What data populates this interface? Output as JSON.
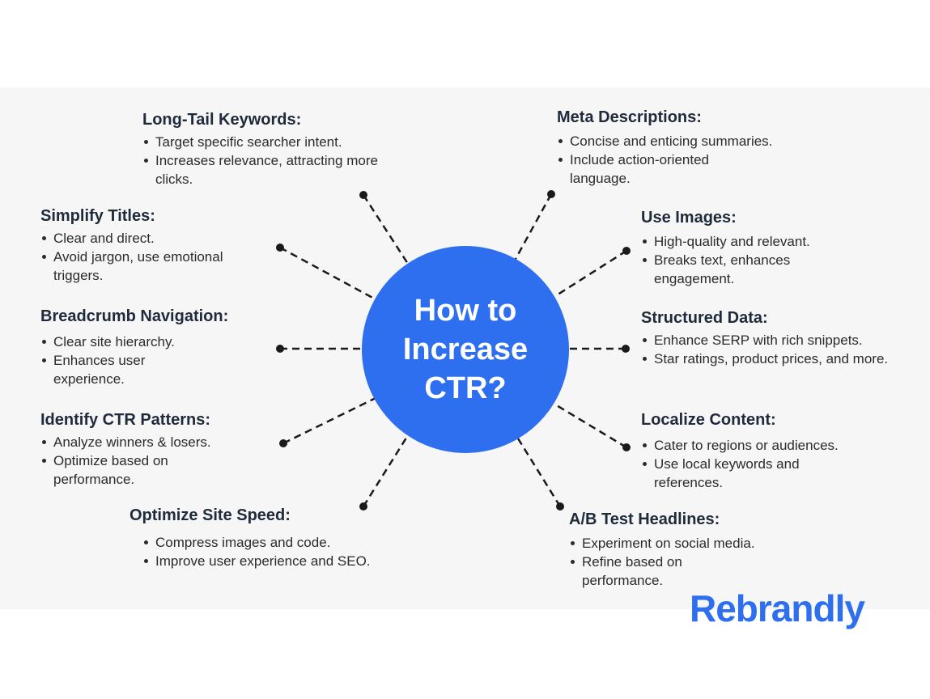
{
  "hub": {
    "lines": [
      "How to",
      "Increase",
      "CTR?"
    ]
  },
  "tips": [
    {
      "title": "Long-Tail Keywords:",
      "bullets": [
        "Target specific searcher intent.",
        "Increases relevance, attracting more clicks."
      ]
    },
    {
      "title": "Simplify Titles:",
      "bullets": [
        "Clear and direct.",
        "Avoid jargon, use emotional triggers."
      ]
    },
    {
      "title": "Breadcrumb Navigation:",
      "bullets": [
        "Clear site hierarchy.",
        "Enhances user experience."
      ]
    },
    {
      "title": "Identify CTR Patterns:",
      "bullets": [
        "Analyze winners & losers.",
        "Optimize based on performance."
      ]
    },
    {
      "title": "Optimize Site Speed:",
      "bullets": [
        "Compress images and code.",
        "Improve user experience and SEO."
      ]
    },
    {
      "title": "Meta Descriptions:",
      "bullets": [
        "Concise and enticing summaries.",
        "Include action-oriented language."
      ]
    },
    {
      "title": "Use Images:",
      "bullets": [
        "High-quality and relevant.",
        "Breaks text, enhances engagement."
      ]
    },
    {
      "title": "Structured Data:",
      "bullets": [
        "Enhance SERP with rich snippets.",
        "Star ratings, product prices, and more."
      ]
    },
    {
      "title": "Localize Content:",
      "bullets": [
        "Cater to regions or audiences.",
        "Use local keywords and references."
      ]
    },
    {
      "title": "A/B Test Headlines:",
      "bullets": [
        "Experiment on social media.",
        "Refine based on performance."
      ]
    }
  ],
  "brand": {
    "logo_text": "Rebrandly"
  },
  "colors": {
    "accent": "#2e6ff0",
    "background_band": "#f6f6f7",
    "connector": "#1a1a1a"
  }
}
